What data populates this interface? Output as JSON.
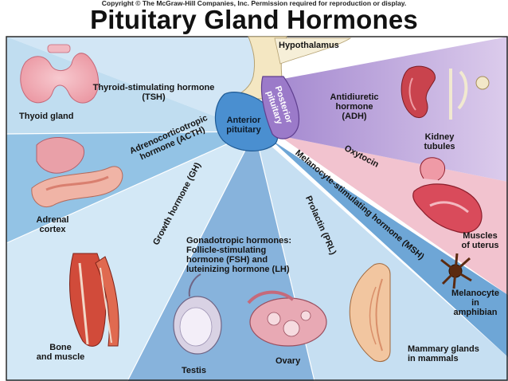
{
  "header": {
    "copyright": "Copyright © The McGraw-Hill Companies, Inc. Permission required for reproduction or display.",
    "title": "Pituitary Gland Hormones"
  },
  "gland": {
    "hypothalamus": "Hypothalamus",
    "anterior": [
      "Anterior",
      "pituitary"
    ],
    "posterior": [
      "Posterior",
      "pituitary"
    ]
  },
  "hormones": {
    "tsh": [
      "Thyroid-stimulating hormone",
      "(TSH)"
    ],
    "acth": [
      "Adrenocorticotropic",
      "hormone (ACTH)"
    ],
    "gh": "Growth hormone (GH)",
    "gonado": [
      "Gonadotropic hormones:",
      "Follicle-stimulating",
      "hormone (FSH) and",
      "luteinizing hormone (LH)"
    ],
    "prl": "Prolactin (PRL)",
    "msh": "Melanocyte-stimulating hormone (MSH)",
    "adh": [
      "Antidiuretic",
      "hormone",
      "(ADH)"
    ],
    "oxytocin": "Oxytocin"
  },
  "targets": {
    "thyroid": "Thyoid gland",
    "adrenal": [
      "Adrenal",
      "cortex"
    ],
    "bone": [
      "Bone",
      "and muscle"
    ],
    "testis": "Testis",
    "ovary": "Ovary",
    "mammary": [
      "Mammary glands",
      "in mammals"
    ],
    "melanocyte": [
      "Melanocyte",
      "in",
      "amphibian"
    ],
    "uterus": [
      "Muscles",
      "of uterus"
    ],
    "kidney": [
      "Kidney",
      "tubules"
    ]
  }
}
